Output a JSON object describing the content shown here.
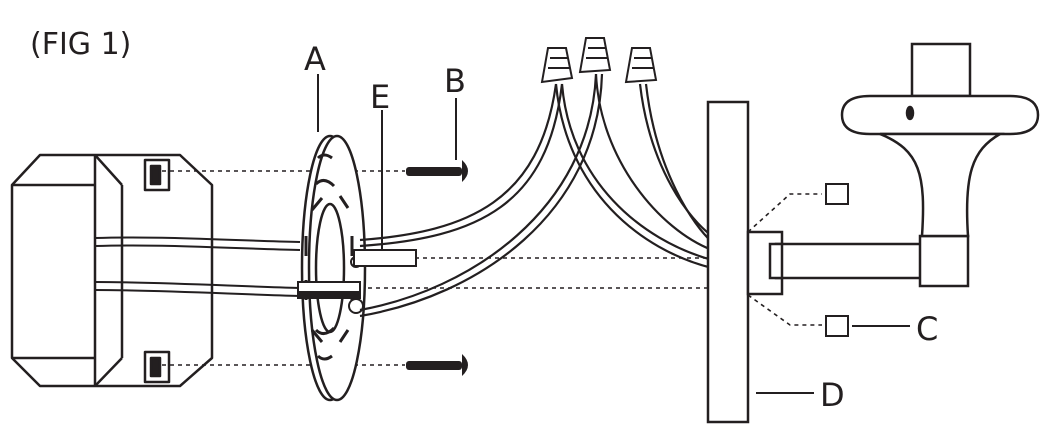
{
  "figure": {
    "title": "(FIG 1)"
  },
  "labels": {
    "a": "A",
    "b": "B",
    "c": "C",
    "d": "D",
    "e": "E"
  }
}
